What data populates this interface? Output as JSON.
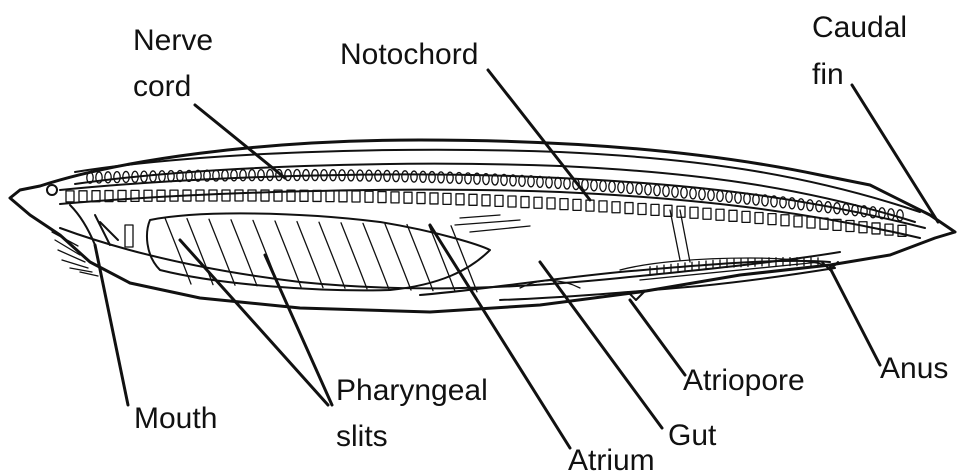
{
  "labels": {
    "nerve_cord_line1": "Nerve",
    "nerve_cord_line2": "cord",
    "notochord": "Notochord",
    "caudal_fin_line1": "Caudal",
    "caudal_fin_line2": "fin",
    "mouth": "Mouth",
    "pharyngeal_slits_line1": "Pharyngeal",
    "pharyngeal_slits_line2": "slits",
    "atrium": "Atrium",
    "gut": "Gut",
    "atriopore": "Atriopore",
    "anus": "Anus"
  },
  "colors": {
    "ink": "#111111",
    "background": "#ffffff"
  }
}
